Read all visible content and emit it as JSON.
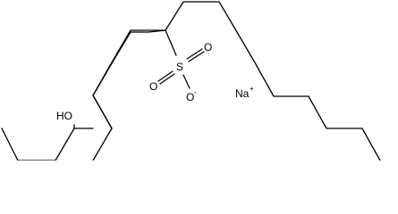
{
  "molecule": {
    "labels": {
      "hydroxyl": "HO",
      "sulfur": "S",
      "oxygen_upper": "O",
      "oxygen_lower": "O",
      "oxygen_anion": "O",
      "anion_charge": "-",
      "counterion": "Na",
      "counterion_charge": "+"
    }
  }
}
